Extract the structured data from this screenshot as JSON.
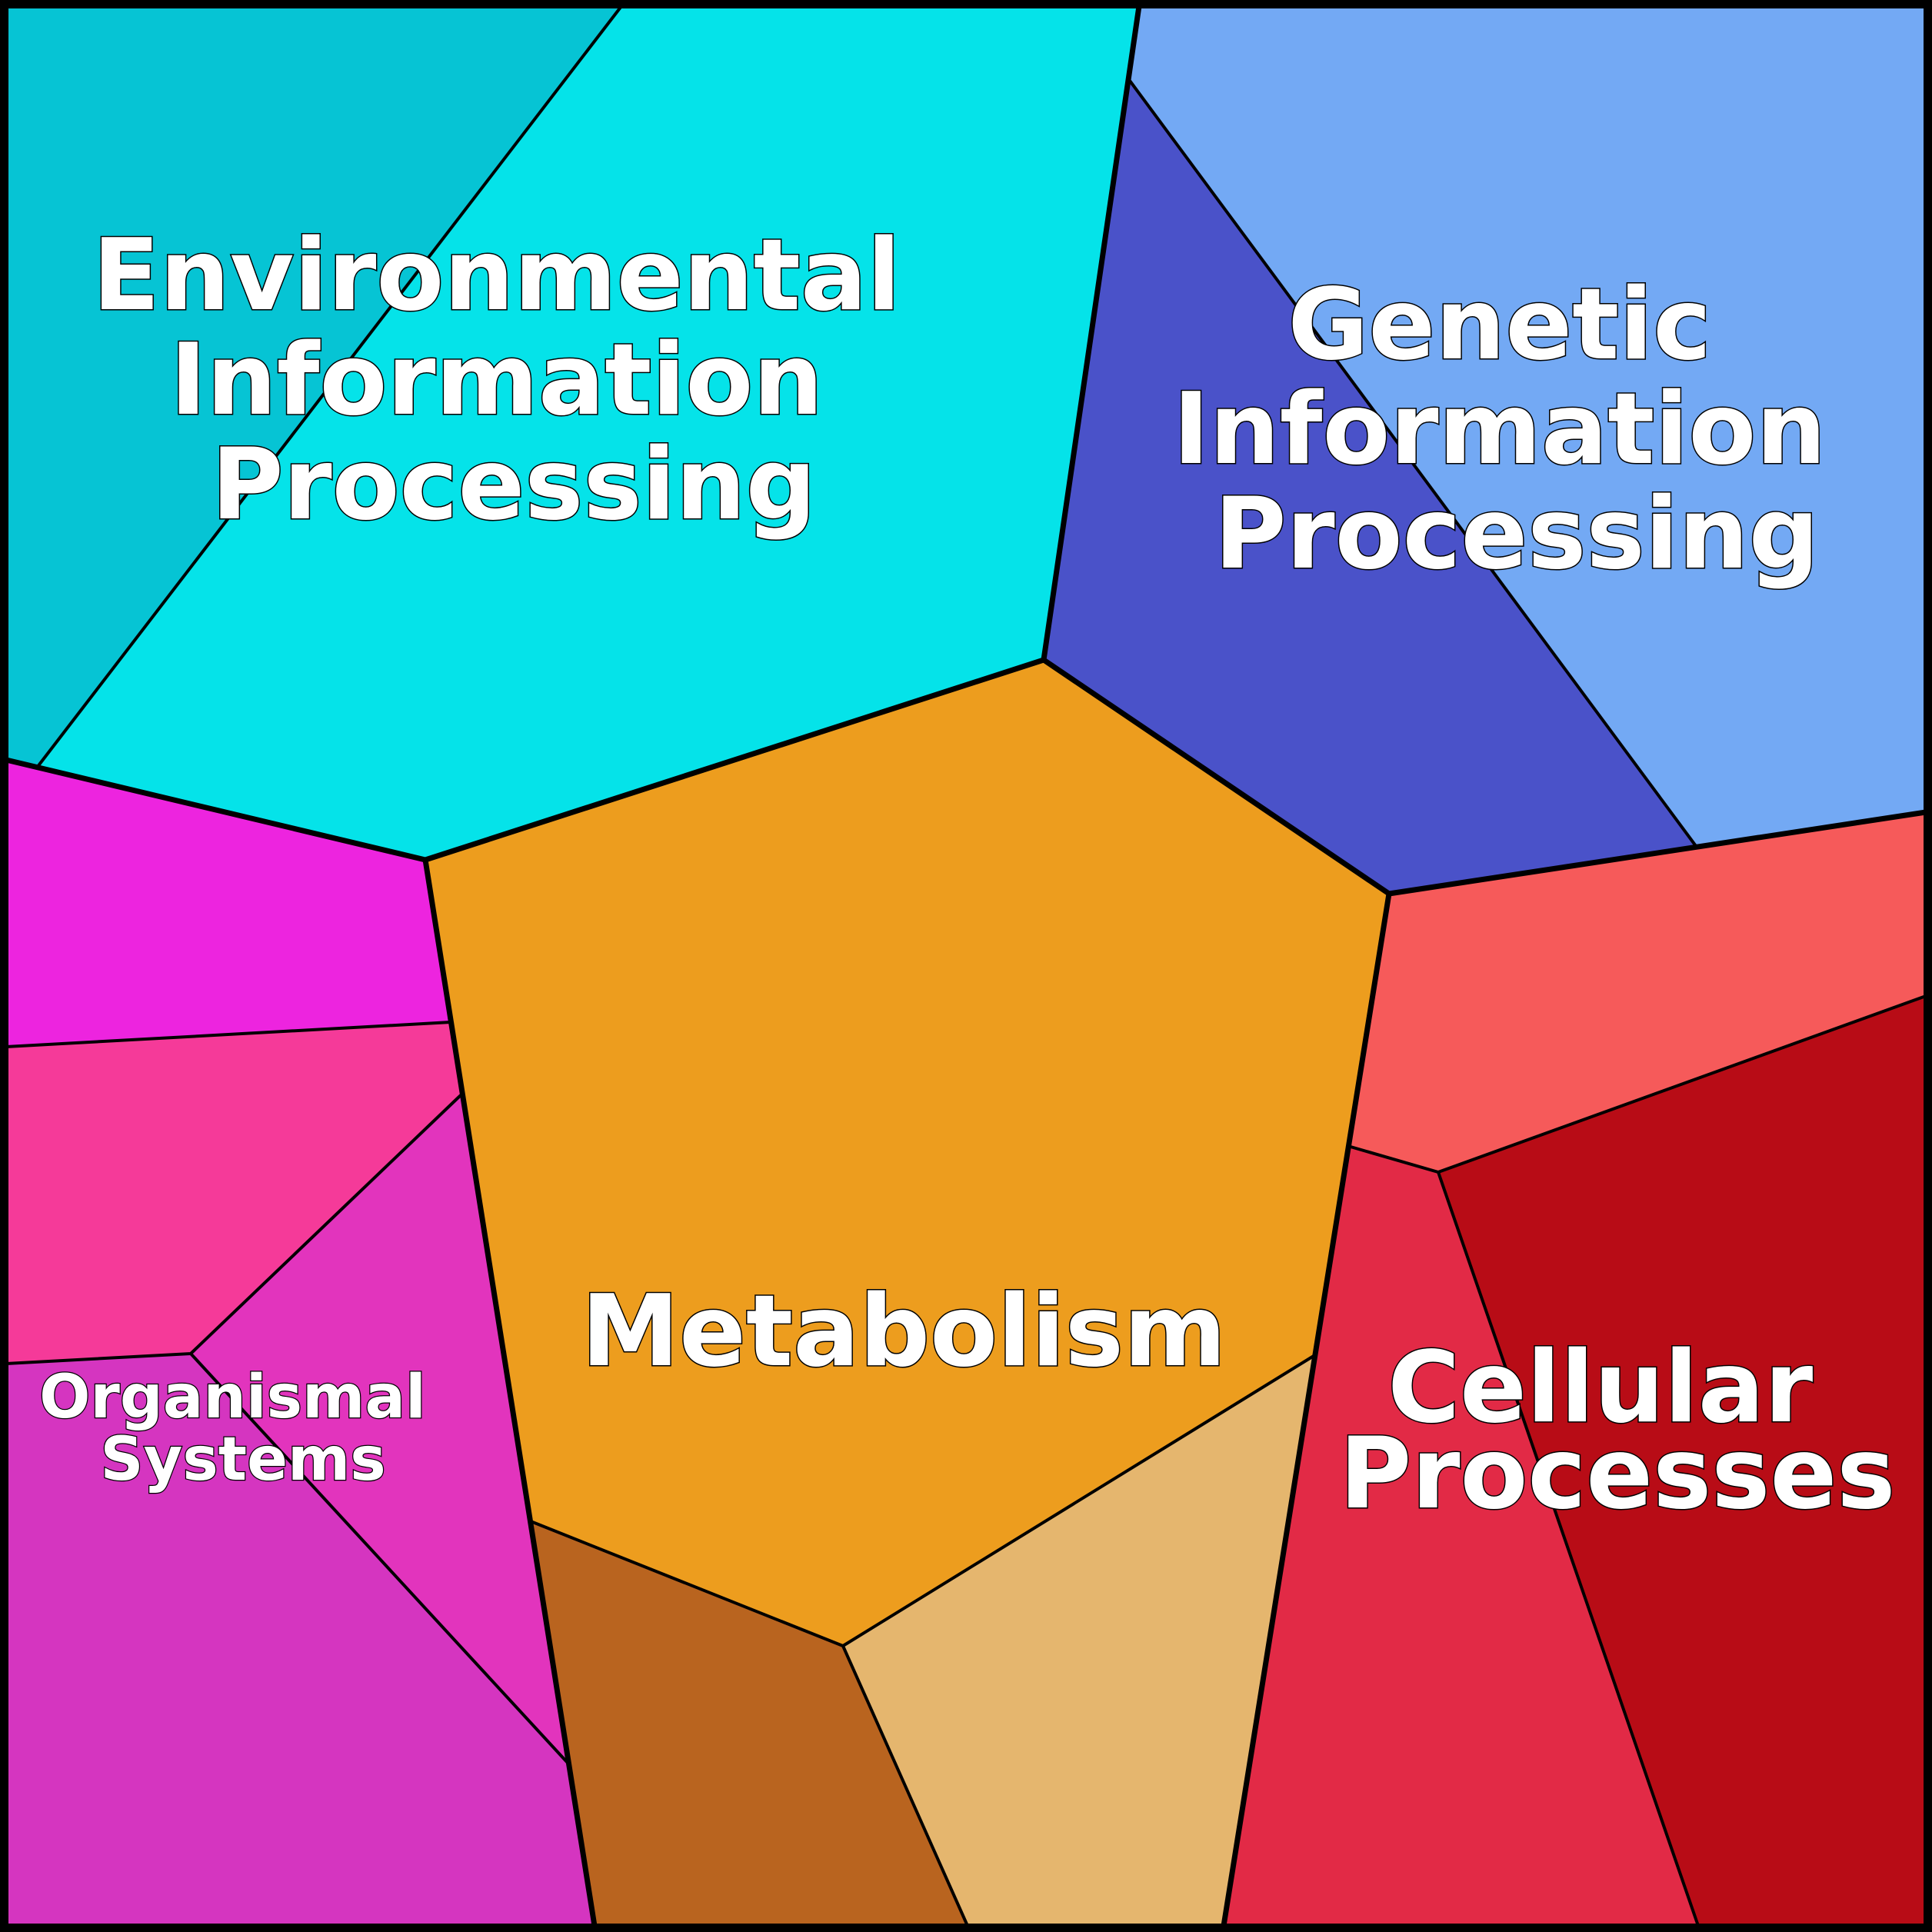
{
  "diagram": {
    "type": "voronoi-treemap",
    "colors": {
      "environmental": [
        "#06C4D4",
        "#05E3E9"
      ],
      "genetic": [
        "#73A9F4",
        "#4A52C9"
      ],
      "metabolism": [
        "#ED9D1E",
        "#B9641F",
        "#E5B66E"
      ],
      "organismal": [
        "#ED24DF",
        "#F53A99",
        "#E234BD",
        "#D535C0"
      ],
      "cellular": [
        "#F65A5A",
        "#E22A46",
        "#B80C16"
      ],
      "border": "#000000"
    },
    "labels": {
      "environmental": [
        "Environmental",
        "Information",
        "Processing"
      ],
      "genetic": [
        "Genetic",
        "Information",
        "Processing"
      ],
      "metabolism": [
        "Metabolism"
      ],
      "organismal": [
        "Organismal",
        "Systems"
      ],
      "cellular": [
        "Cellular",
        "Processes"
      ]
    }
  }
}
